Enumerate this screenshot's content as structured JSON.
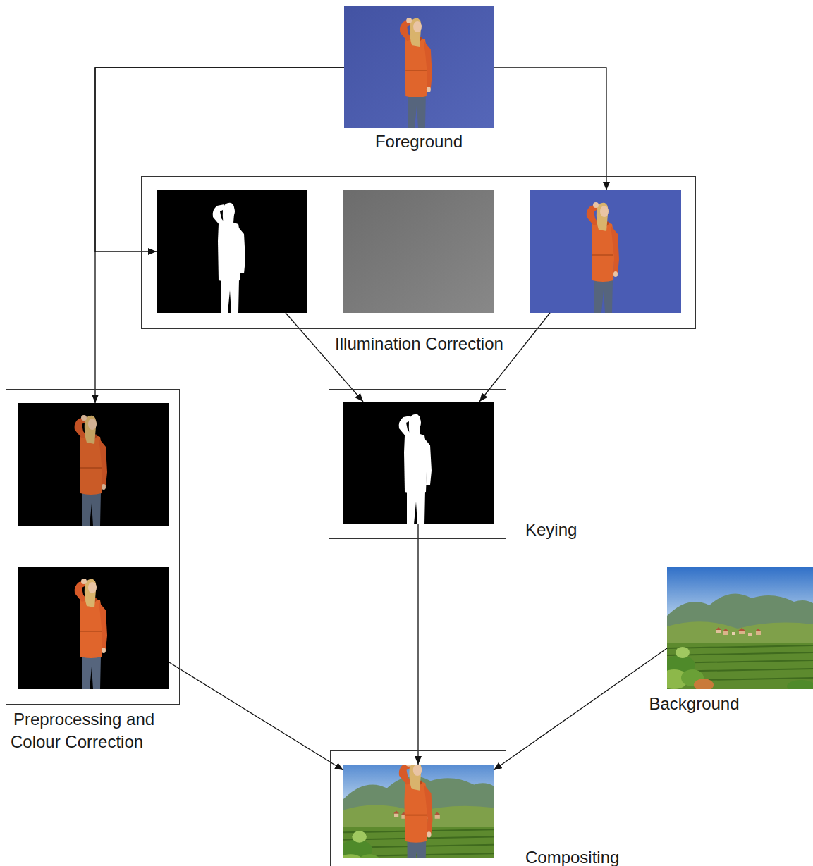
{
  "diagram": {
    "nodes": [
      {
        "text": [
          "Foreground"
        ]
      },
      {
        "text": [
          "Illumination Correction"
        ]
      },
      {
        "text": [
          "Keying"
        ]
      },
      {
        "text": [
          "Preprocessing and Colour Correction"
        ]
      },
      {
        "text": [
          "Background"
        ]
      },
      {
        "text": [
          "Compositing"
        ]
      }
    ],
    "edges": [
      {
        "from": 0,
        "to": 1,
        "arrow": "to"
      },
      {
        "from": 0,
        "to": 1,
        "arrow": "to"
      },
      {
        "from": 0,
        "to": 3,
        "arrow": "to"
      },
      {
        "from": 1,
        "to": 2,
        "arrow": "to"
      },
      {
        "from": 1,
        "to": 2,
        "arrow": "to"
      },
      {
        "from": 3,
        "to": 5,
        "arrow": "to"
      },
      {
        "from": 2,
        "to": 5,
        "arrow": "to"
      },
      {
        "from": 4,
        "to": 5,
        "arrow": "to"
      }
    ]
  }
}
